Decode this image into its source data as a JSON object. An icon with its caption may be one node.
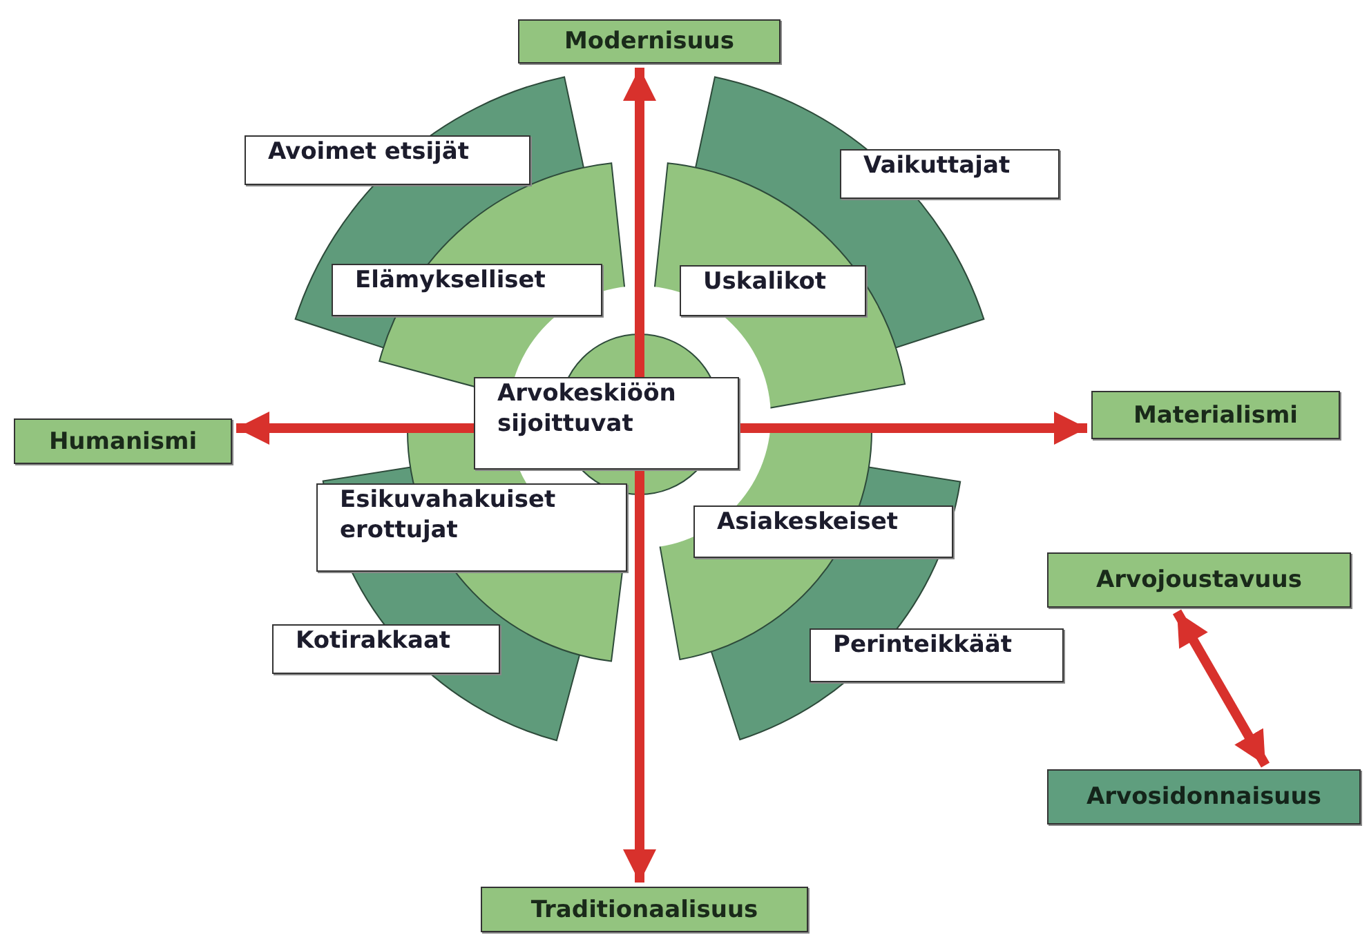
{
  "diagram": {
    "nodes": [
      {
        "text": [
          "Modernisuus"
        ]
      },
      {
        "text": [
          "Avoimet etsijät"
        ]
      },
      {
        "text": [
          "Vaikuttajat"
        ]
      },
      {
        "text": [
          "Elämykselliset"
        ]
      },
      {
        "text": [
          "Uskalikot"
        ]
      },
      {
        "text": [
          "Humanismi"
        ]
      },
      {
        "text": [
          "Arvokeskiöön sijoittuvat"
        ]
      },
      {
        "text": [
          "Materialismi"
        ]
      },
      {
        "text": [
          "Esikuvahakuiset erottujat"
        ]
      },
      {
        "text": [
          "Asiakeskeiset"
        ]
      },
      {
        "text": [
          "Arvojoustavuus"
        ]
      },
      {
        "text": [
          "Kotirakkaat"
        ]
      },
      {
        "text": [
          "Perinteikkäät"
        ]
      },
      {
        "text": [
          "Traditionaalisuus"
        ]
      },
      {
        "text": [
          "Arvosidonnaisuus"
        ]
      }
    ],
    "edges": [
      {
        "from": 6,
        "to": 0,
        "arrow": "to"
      },
      {
        "from": 6,
        "to": 13,
        "arrow": "to"
      },
      {
        "from": 6,
        "to": 5,
        "arrow": "to"
      },
      {
        "from": 6,
        "to": 7,
        "arrow": "to"
      },
      {
        "from": 10,
        "to": 14,
        "arrow": "both"
      }
    ]
  }
}
